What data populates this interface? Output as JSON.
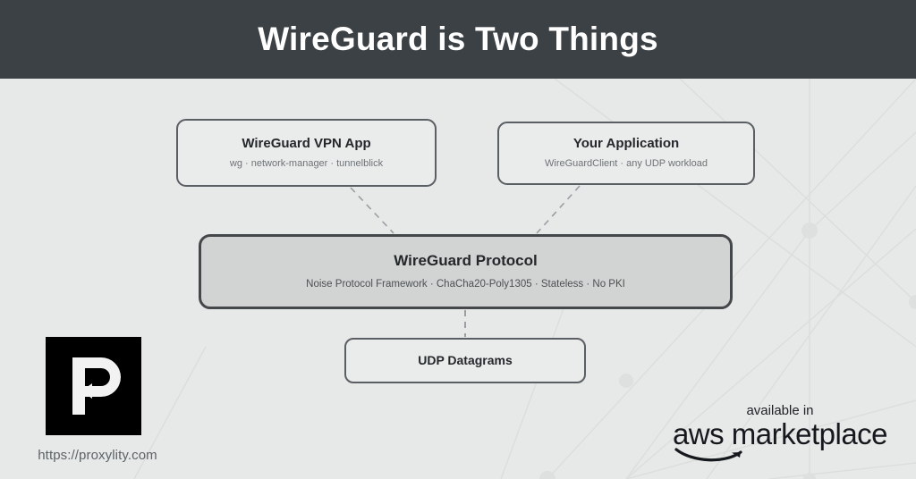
{
  "header": {
    "title": "WireGuard is Two Things",
    "background_color": "#3c4145",
    "text_color": "#ffffff"
  },
  "canvas": {
    "background_color": "#e7e8e8",
    "accent_color": "#44484b"
  },
  "diagram": {
    "boxes": [
      {
        "id": "wireguard-vpn-app",
        "title": "WireGuard VPN App",
        "subtitle": "wg · network-manager · tunnelblick"
      },
      {
        "id": "your-application",
        "title": "Your Application",
        "subtitle": "WireGuardClient · any UDP workload"
      },
      {
        "id": "wireguard-protocol",
        "title": "WireGuard Protocol",
        "subtitle": "Noise Protocol Framework · ChaCha20-Poly1305 · Stateless · No PKI"
      },
      {
        "id": "udp-datagrams",
        "title": "UDP Datagrams",
        "subtitle": ""
      }
    ]
  },
  "brand": {
    "logo_icon": "proxylity-p-arrow-logo",
    "url": "https://proxylity.com"
  },
  "aws": {
    "available_label": "available in",
    "wordmark": "aws marketplace",
    "swoosh_icon": "amazon-smile-swoosh"
  }
}
